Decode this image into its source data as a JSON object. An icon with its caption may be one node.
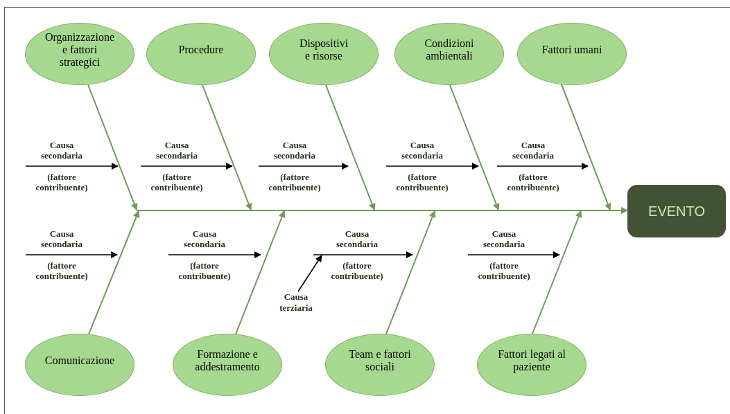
{
  "diagram": {
    "nodes": [
      {
        "text": [
          "Organizzazione e fattori strategici"
        ]
      },
      {
        "text": [
          "Procedure"
        ]
      },
      {
        "text": [
          "Dispositivi e risorse"
        ]
      },
      {
        "text": [
          "Condizioni ambientali"
        ]
      },
      {
        "text": [
          "Fattori umani"
        ]
      },
      {
        "text": [
          "Comunicazione"
        ]
      },
      {
        "text": [
          "Formazione e addestramento"
        ]
      },
      {
        "text": [
          "Team e fattori sociali"
        ]
      },
      {
        "text": [
          "Fattori legati al paziente"
        ]
      },
      {
        "text": [
          "EVENTO"
        ]
      },
      {
        "text": [
          "Causa secondaria",
          "(fattore contribuente)"
        ]
      },
      {
        "text": [
          "Causa secondaria",
          "(fattore contribuente)"
        ]
      },
      {
        "text": [
          "Causa secondaria",
          "(fattore contribuente)"
        ]
      },
      {
        "text": [
          "Causa secondaria",
          "(fattore contribuente)"
        ]
      },
      {
        "text": [
          "Causa secondaria",
          "(fattore contribuente)"
        ]
      },
      {
        "text": [
          "Causa secondaria",
          "(fattore contribuente)"
        ]
      },
      {
        "text": [
          "Causa secondaria",
          "(fattore contribuente)"
        ]
      },
      {
        "text": [
          "Causa secondaria",
          "(fattore contribuente)"
        ]
      },
      {
        "text": [
          "Causa secondaria",
          "(fattore contribuente)"
        ]
      },
      {
        "text": [
          "Causa terziaria"
        ]
      },
      {
        "text": [],
        "shape": "bar"
      }
    ],
    "edges": [
      {
        "from": 0,
        "to": 20,
        "arrow": "to"
      },
      {
        "from": 1,
        "to": 20,
        "arrow": "to"
      },
      {
        "from": 2,
        "to": 20,
        "arrow": "to"
      },
      {
        "from": 3,
        "to": 20,
        "arrow": "to"
      },
      {
        "from": 4,
        "to": 20,
        "arrow": "to"
      },
      {
        "from": 5,
        "to": 20,
        "arrow": "to"
      },
      {
        "from": 6,
        "to": 20,
        "arrow": "to"
      },
      {
        "from": 7,
        "to": 20,
        "arrow": "to"
      },
      {
        "from": 8,
        "to": 20,
        "arrow": "to"
      },
      {
        "from": 20,
        "to": 9,
        "arrow": "to"
      },
      {
        "from": 10,
        "to": null,
        "arrow": "to",
        "color": "#000000"
      },
      {
        "from": 11,
        "to": null,
        "arrow": "to",
        "color": "#000000"
      },
      {
        "from": 12,
        "to": null,
        "arrow": "to",
        "color": "#000000"
      },
      {
        "from": 13,
        "to": null,
        "arrow": "to",
        "color": "#000000"
      },
      {
        "from": 14,
        "to": null,
        "arrow": "to",
        "color": "#000000"
      },
      {
        "from": 15,
        "to": null,
        "arrow": "to",
        "color": "#000000"
      },
      {
        "from": 16,
        "to": null,
        "arrow": "to",
        "color": "#000000"
      },
      {
        "from": 17,
        "to": null,
        "arrow": "to",
        "color": "#000000"
      },
      {
        "from": 18,
        "to": null,
        "arrow": "to",
        "color": "#000000"
      },
      {
        "from": 19,
        "to": 17,
        "arrow": "to",
        "color": "#000000"
      }
    ]
  }
}
